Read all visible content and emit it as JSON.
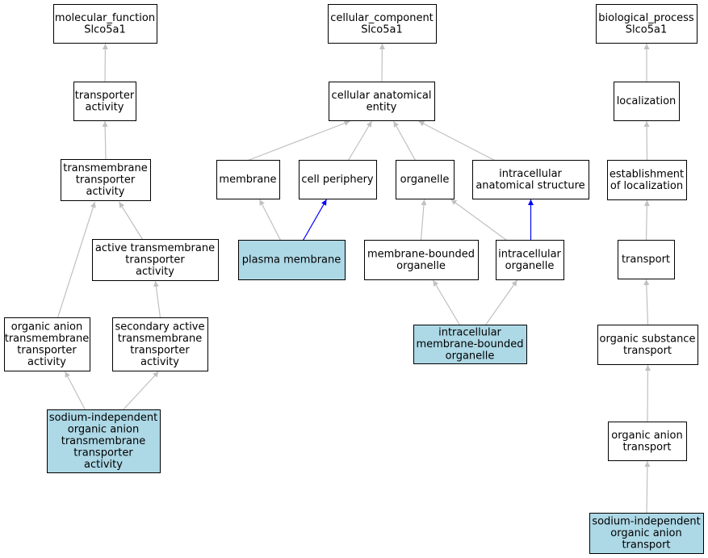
{
  "colors": {
    "highlight_fill": "#add8e6",
    "default_fill": "#ffffff",
    "edge_default": "#c0c0c0",
    "edge_direct": "#0000ff"
  },
  "nodes": [
    {
      "id": "mf_root",
      "lines": [
        "molecular_function",
        "Slco5a1"
      ],
      "highlight": false
    },
    {
      "id": "transporter_activity",
      "lines": [
        "transporter",
        "activity"
      ],
      "highlight": false
    },
    {
      "id": "tm_transporter_activity",
      "lines": [
        "transmembrane",
        "transporter",
        "activity"
      ],
      "highlight": false
    },
    {
      "id": "active_tm_transporter_activity",
      "lines": [
        "active transmembrane",
        "transporter",
        "activity"
      ],
      "highlight": false
    },
    {
      "id": "organic_anion_tm_transporter_activity",
      "lines": [
        "organic anion",
        "transmembrane",
        "transporter",
        "activity"
      ],
      "highlight": false
    },
    {
      "id": "secondary_active_tm_transporter_activity",
      "lines": [
        "secondary active",
        "transmembrane",
        "transporter",
        "activity"
      ],
      "highlight": false
    },
    {
      "id": "na_indep_oa_tm_transporter_activity",
      "lines": [
        "sodium-independent",
        "organic anion",
        "transmembrane",
        "transporter",
        "activity"
      ],
      "highlight": true
    },
    {
      "id": "cc_root",
      "lines": [
        "cellular_component",
        "Slco5a1"
      ],
      "highlight": false
    },
    {
      "id": "cellular_anatomical_entity",
      "lines": [
        "cellular anatomical",
        "entity"
      ],
      "highlight": false
    },
    {
      "id": "membrane",
      "lines": [
        "membrane"
      ],
      "highlight": false
    },
    {
      "id": "cell_periphery",
      "lines": [
        "cell periphery"
      ],
      "highlight": false
    },
    {
      "id": "organelle",
      "lines": [
        "organelle"
      ],
      "highlight": false
    },
    {
      "id": "intracellular_anatomical_structure",
      "lines": [
        "intracellular",
        "anatomical structure"
      ],
      "highlight": false
    },
    {
      "id": "plasma_membrane",
      "lines": [
        "plasma membrane"
      ],
      "highlight": true
    },
    {
      "id": "membrane_bounded_organelle",
      "lines": [
        "membrane-bounded",
        "organelle"
      ],
      "highlight": false
    },
    {
      "id": "intracellular_organelle",
      "lines": [
        "intracellular",
        "organelle"
      ],
      "highlight": false
    },
    {
      "id": "intracellular_mb_organelle",
      "lines": [
        "intracellular",
        "membrane-bounded",
        "organelle"
      ],
      "highlight": true
    },
    {
      "id": "bp_root",
      "lines": [
        "biological_process",
        "Slco5a1"
      ],
      "highlight": false
    },
    {
      "id": "localization",
      "lines": [
        "localization"
      ],
      "highlight": false
    },
    {
      "id": "establishment_of_localization",
      "lines": [
        "establishment",
        "of localization"
      ],
      "highlight": false
    },
    {
      "id": "transport",
      "lines": [
        "transport"
      ],
      "highlight": false
    },
    {
      "id": "organic_substance_transport",
      "lines": [
        "organic substance",
        "transport"
      ],
      "highlight": false
    },
    {
      "id": "organic_anion_transport",
      "lines": [
        "organic anion",
        "transport"
      ],
      "highlight": false
    },
    {
      "id": "na_indep_oa_transport",
      "lines": [
        "sodium-independent",
        "organic anion",
        "transport"
      ],
      "highlight": true
    }
  ],
  "edges": [
    {
      "from": "transporter_activity",
      "to": "mf_root",
      "type": "is_a"
    },
    {
      "from": "tm_transporter_activity",
      "to": "transporter_activity",
      "type": "is_a"
    },
    {
      "from": "active_tm_transporter_activity",
      "to": "tm_transporter_activity",
      "type": "is_a"
    },
    {
      "from": "organic_anion_tm_transporter_activity",
      "to": "tm_transporter_activity",
      "type": "is_a"
    },
    {
      "from": "secondary_active_tm_transporter_activity",
      "to": "active_tm_transporter_activity",
      "type": "is_a"
    },
    {
      "from": "na_indep_oa_tm_transporter_activity",
      "to": "organic_anion_tm_transporter_activity",
      "type": "is_a"
    },
    {
      "from": "na_indep_oa_tm_transporter_activity",
      "to": "secondary_active_tm_transporter_activity",
      "type": "is_a"
    },
    {
      "from": "cellular_anatomical_entity",
      "to": "cc_root",
      "type": "is_a"
    },
    {
      "from": "membrane",
      "to": "cellular_anatomical_entity",
      "type": "is_a"
    },
    {
      "from": "cell_periphery",
      "to": "cellular_anatomical_entity",
      "type": "is_a"
    },
    {
      "from": "organelle",
      "to": "cellular_anatomical_entity",
      "type": "is_a"
    },
    {
      "from": "intracellular_anatomical_structure",
      "to": "cellular_anatomical_entity",
      "type": "is_a"
    },
    {
      "from": "plasma_membrane",
      "to": "membrane",
      "type": "is_a"
    },
    {
      "from": "plasma_membrane",
      "to": "cell_periphery",
      "type": "part_of"
    },
    {
      "from": "membrane_bounded_organelle",
      "to": "organelle",
      "type": "is_a"
    },
    {
      "from": "intracellular_organelle",
      "to": "organelle",
      "type": "is_a"
    },
    {
      "from": "intracellular_organelle",
      "to": "intracellular_anatomical_structure",
      "type": "part_of"
    },
    {
      "from": "intracellular_mb_organelle",
      "to": "membrane_bounded_organelle",
      "type": "is_a"
    },
    {
      "from": "intracellular_mb_organelle",
      "to": "intracellular_organelle",
      "type": "is_a"
    },
    {
      "from": "localization",
      "to": "bp_root",
      "type": "is_a"
    },
    {
      "from": "establishment_of_localization",
      "to": "localization",
      "type": "is_a"
    },
    {
      "from": "transport",
      "to": "establishment_of_localization",
      "type": "is_a"
    },
    {
      "from": "organic_substance_transport",
      "to": "transport",
      "type": "is_a"
    },
    {
      "from": "organic_anion_transport",
      "to": "organic_substance_transport",
      "type": "is_a"
    },
    {
      "from": "na_indep_oa_transport",
      "to": "organic_anion_transport",
      "type": "is_a"
    }
  ]
}
